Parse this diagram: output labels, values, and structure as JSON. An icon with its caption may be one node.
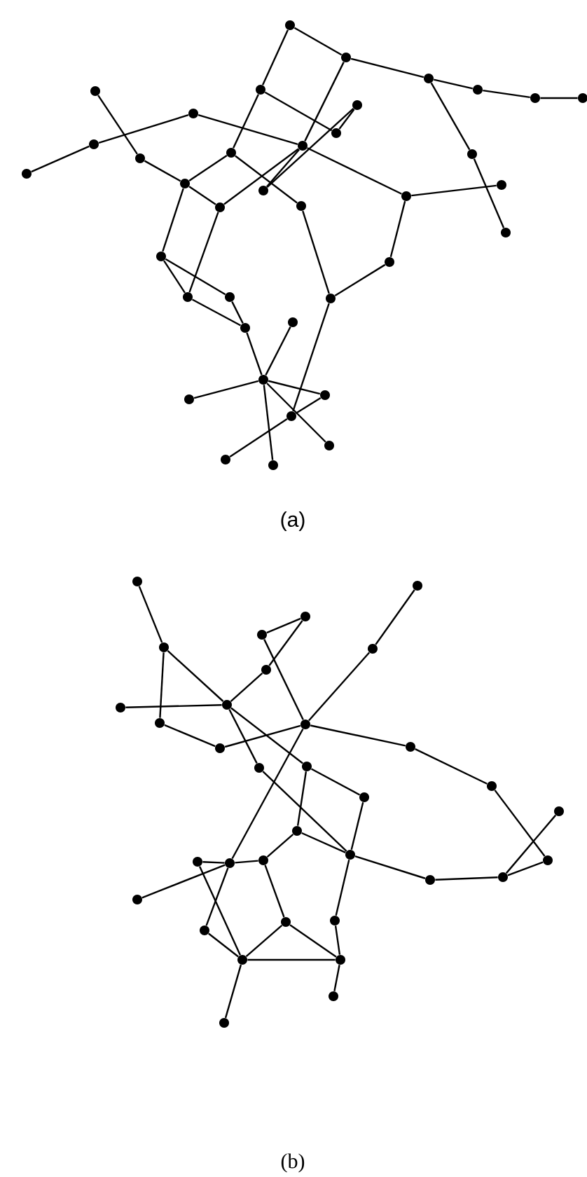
{
  "diagram": {
    "nodes": [
      {
        "text": [],
        "shape": "circle"
      },
      {
        "text": [],
        "shape": "circle"
      },
      {
        "text": [],
        "shape": "circle"
      },
      {
        "text": [],
        "shape": "circle"
      },
      {
        "text": [],
        "shape": "circle"
      },
      {
        "text": [],
        "shape": "circle"
      },
      {
        "text": [],
        "shape": "circle"
      },
      {
        "text": [],
        "shape": "circle"
      },
      {
        "text": [],
        "shape": "circle"
      },
      {
        "text": [],
        "shape": "circle"
      },
      {
        "text": [],
        "shape": "circle"
      },
      {
        "text": [],
        "shape": "circle"
      },
      {
        "text": [],
        "shape": "circle"
      },
      {
        "text": [],
        "shape": "circle"
      },
      {
        "text": [],
        "shape": "circle"
      },
      {
        "text": [],
        "shape": "circle"
      },
      {
        "text": [],
        "shape": "circle"
      },
      {
        "text": [],
        "shape": "circle"
      },
      {
        "text": [],
        "shape": "circle"
      },
      {
        "text": [],
        "shape": "circle"
      },
      {
        "text": [],
        "shape": "circle"
      },
      {
        "text": [],
        "shape": "circle"
      },
      {
        "text": [],
        "shape": "circle"
      },
      {
        "text": [],
        "shape": "circle"
      },
      {
        "text": [],
        "shape": "circle"
      },
      {
        "text": [],
        "shape": "circle"
      },
      {
        "text": [],
        "shape": "circle"
      },
      {
        "text": [],
        "shape": "circle"
      },
      {
        "text": [],
        "shape": "circle"
      },
      {
        "text": [],
        "shape": "circle"
      },
      {
        "text": [],
        "shape": "circle"
      },
      {
        "text": [],
        "shape": "circle"
      },
      {
        "text": [],
        "shape": "circle"
      },
      {
        "text": [],
        "shape": "circle"
      },
      {
        "text": [],
        "shape": "circle"
      },
      {
        "text": [],
        "shape": "circle"
      },
      {
        "text": [],
        "shape": "circle"
      },
      {
        "text": [],
        "shape": "circle"
      },
      {
        "text": [],
        "shape": "circle"
      },
      {
        "text": [],
        "shape": "circle"
      },
      {
        "text": [],
        "shape": "circle"
      },
      {
        "text": [],
        "shape": "circle"
      },
      {
        "text": [],
        "shape": "circle"
      },
      {
        "text": [],
        "shape": "circle"
      },
      {
        "text": [],
        "shape": "circle"
      },
      {
        "text": [],
        "shape": "circle"
      },
      {
        "text": [],
        "shape": "circle"
      },
      {
        "text": [],
        "shape": "circle"
      },
      {
        "text": [],
        "shape": "circle"
      },
      {
        "text": [],
        "shape": "circle"
      },
      {
        "text": [],
        "shape": "circle"
      },
      {
        "text": [],
        "shape": "circle"
      },
      {
        "text": [],
        "shape": "circle"
      },
      {
        "text": [],
        "shape": "circle"
      },
      {
        "text": [],
        "shape": "circle"
      },
      {
        "text": [],
        "shape": "circle"
      },
      {
        "text": [],
        "shape": "circle"
      },
      {
        "text": [],
        "shape": "circle"
      },
      {
        "text": [],
        "shape": "circle"
      },
      {
        "text": [],
        "shape": "circle"
      },
      {
        "text": [],
        "shape": "circle"
      },
      {
        "text": [],
        "shape": "circle"
      },
      {
        "text": [],
        "shape": "circle"
      },
      {
        "text": [],
        "shape": "circle"
      },
      {
        "text": [],
        "shape": "circle"
      },
      {
        "text": [],
        "shape": "circle"
      },
      {
        "text": [],
        "shape": "circle"
      },
      {
        "text": [],
        "shape": "circle"
      },
      {
        "text": [],
        "shape": "circle"
      },
      {
        "text": [],
        "shape": "circle"
      },
      {
        "text": [],
        "shape": "circle"
      },
      {
        "text": [],
        "shape": "circle"
      }
    ],
    "edges": [
      {
        "from": 0,
        "to": 1,
        "arrow": "none"
      },
      {
        "from": 1,
        "to": 2,
        "arrow": "none"
      },
      {
        "from": 2,
        "to": 3,
        "arrow": "none"
      },
      {
        "from": 3,
        "to": 4,
        "arrow": "none"
      },
      {
        "from": 4,
        "to": 5,
        "arrow": "none"
      },
      {
        "from": 0,
        "to": 6,
        "arrow": "none"
      },
      {
        "from": 6,
        "to": 15,
        "arrow": "none"
      },
      {
        "from": 1,
        "to": 16,
        "arrow": "none"
      },
      {
        "from": 16,
        "to": 17,
        "arrow": "none"
      },
      {
        "from": 18,
        "to": 16,
        "arrow": "none"
      },
      {
        "from": 6,
        "to": 8,
        "arrow": "none"
      },
      {
        "from": 8,
        "to": 7,
        "arrow": "none"
      },
      {
        "from": 17,
        "to": 7,
        "arrow": "none"
      },
      {
        "from": 11,
        "to": 10,
        "arrow": "none"
      },
      {
        "from": 12,
        "to": 11,
        "arrow": "none"
      },
      {
        "from": 9,
        "to": 13,
        "arrow": "none"
      },
      {
        "from": 13,
        "to": 14,
        "arrow": "none"
      },
      {
        "from": 14,
        "to": 15,
        "arrow": "none"
      },
      {
        "from": 14,
        "to": 18,
        "arrow": "none"
      },
      {
        "from": 15,
        "to": 19,
        "arrow": "none"
      },
      {
        "from": 10,
        "to": 16,
        "arrow": "none"
      },
      {
        "from": 16,
        "to": 20,
        "arrow": "none"
      },
      {
        "from": 20,
        "to": 22,
        "arrow": "none"
      },
      {
        "from": 20,
        "to": 30,
        "arrow": "none"
      },
      {
        "from": 30,
        "to": 29,
        "arrow": "none"
      },
      {
        "from": 19,
        "to": 29,
        "arrow": "none"
      },
      {
        "from": 2,
        "to": 21,
        "arrow": "none"
      },
      {
        "from": 21,
        "to": 23,
        "arrow": "none"
      },
      {
        "from": 14,
        "to": 24,
        "arrow": "none"
      },
      {
        "from": 18,
        "to": 25,
        "arrow": "none"
      },
      {
        "from": 24,
        "to": 25,
        "arrow": "none"
      },
      {
        "from": 24,
        "to": 26,
        "arrow": "none"
      },
      {
        "from": 25,
        "to": 27,
        "arrow": "none"
      },
      {
        "from": 26,
        "to": 27,
        "arrow": "none"
      },
      {
        "from": 27,
        "to": 31,
        "arrow": "none"
      },
      {
        "from": 31,
        "to": 28,
        "arrow": "none"
      },
      {
        "from": 31,
        "to": 32,
        "arrow": "none"
      },
      {
        "from": 31,
        "to": 33,
        "arrow": "none"
      },
      {
        "from": 31,
        "to": 37,
        "arrow": "none"
      },
      {
        "from": 31,
        "to": 35,
        "arrow": "none"
      },
      {
        "from": 29,
        "to": 34,
        "arrow": "none"
      },
      {
        "from": 34,
        "to": 33,
        "arrow": "none"
      },
      {
        "from": 34,
        "to": 36,
        "arrow": "none"
      },
      {
        "from": 38,
        "to": 39,
        "arrow": "none"
      },
      {
        "from": 39,
        "to": 47,
        "arrow": "none"
      },
      {
        "from": 39,
        "to": 45,
        "arrow": "none"
      },
      {
        "from": 45,
        "to": 52,
        "arrow": "none"
      },
      {
        "from": 45,
        "to": 51,
        "arrow": "none"
      },
      {
        "from": 51,
        "to": 55,
        "arrow": "none"
      },
      {
        "from": 52,
        "to": 53,
        "arrow": "none"
      },
      {
        "from": 52,
        "to": 54,
        "arrow": "none"
      },
      {
        "from": 53,
        "to": 55,
        "arrow": "none"
      },
      {
        "from": 54,
        "to": 55,
        "arrow": "none"
      },
      {
        "from": 54,
        "to": 63,
        "arrow": "none"
      },
      {
        "from": 63,
        "to": 62,
        "arrow": "none"
      },
      {
        "from": 62,
        "to": 61,
        "arrow": "none"
      },
      {
        "from": 64,
        "to": 62,
        "arrow": "none"
      },
      {
        "from": 61,
        "to": 68,
        "arrow": "none"
      },
      {
        "from": 63,
        "to": 66,
        "arrow": "none"
      },
      {
        "from": 66,
        "to": 68,
        "arrow": "none"
      },
      {
        "from": 66,
        "to": 69,
        "arrow": "none"
      },
      {
        "from": 65,
        "to": 68,
        "arrow": "none"
      },
      {
        "from": 68,
        "to": 69,
        "arrow": "none"
      },
      {
        "from": 68,
        "to": 71,
        "arrow": "none"
      },
      {
        "from": 69,
        "to": 70,
        "arrow": "none"
      },
      {
        "from": 67,
        "to": 69,
        "arrow": "none"
      },
      {
        "from": 67,
        "to": 55,
        "arrow": "none"
      },
      {
        "from": 55,
        "to": 60,
        "arrow": "none"
      },
      {
        "from": 60,
        "to": 59,
        "arrow": "none"
      },
      {
        "from": 56,
        "to": 58,
        "arrow": "none"
      },
      {
        "from": 57,
        "to": 59,
        "arrow": "none"
      },
      {
        "from": 58,
        "to": 59,
        "arrow": "none"
      },
      {
        "from": 50,
        "to": 56,
        "arrow": "none"
      },
      {
        "from": 50,
        "to": 49,
        "arrow": "none"
      },
      {
        "from": 49,
        "to": 48,
        "arrow": "none"
      },
      {
        "from": 48,
        "to": 47,
        "arrow": "none"
      },
      {
        "from": 49,
        "to": 43,
        "arrow": "none"
      },
      {
        "from": 43,
        "to": 42,
        "arrow": "none"
      },
      {
        "from": 49,
        "to": 41,
        "arrow": "none"
      },
      {
        "from": 41,
        "to": 40,
        "arrow": "none"
      },
      {
        "from": 40,
        "to": 44,
        "arrow": "none"
      },
      {
        "from": 44,
        "to": 45,
        "arrow": "none"
      },
      {
        "from": 46,
        "to": 45,
        "arrow": "none"
      },
      {
        "from": 49,
        "to": 62,
        "arrow": "none"
      },
      {
        "from": 62,
        "to": 65,
        "arrow": "none"
      }
    ],
    "labels": [
      "(a)",
      "(b)"
    ]
  }
}
